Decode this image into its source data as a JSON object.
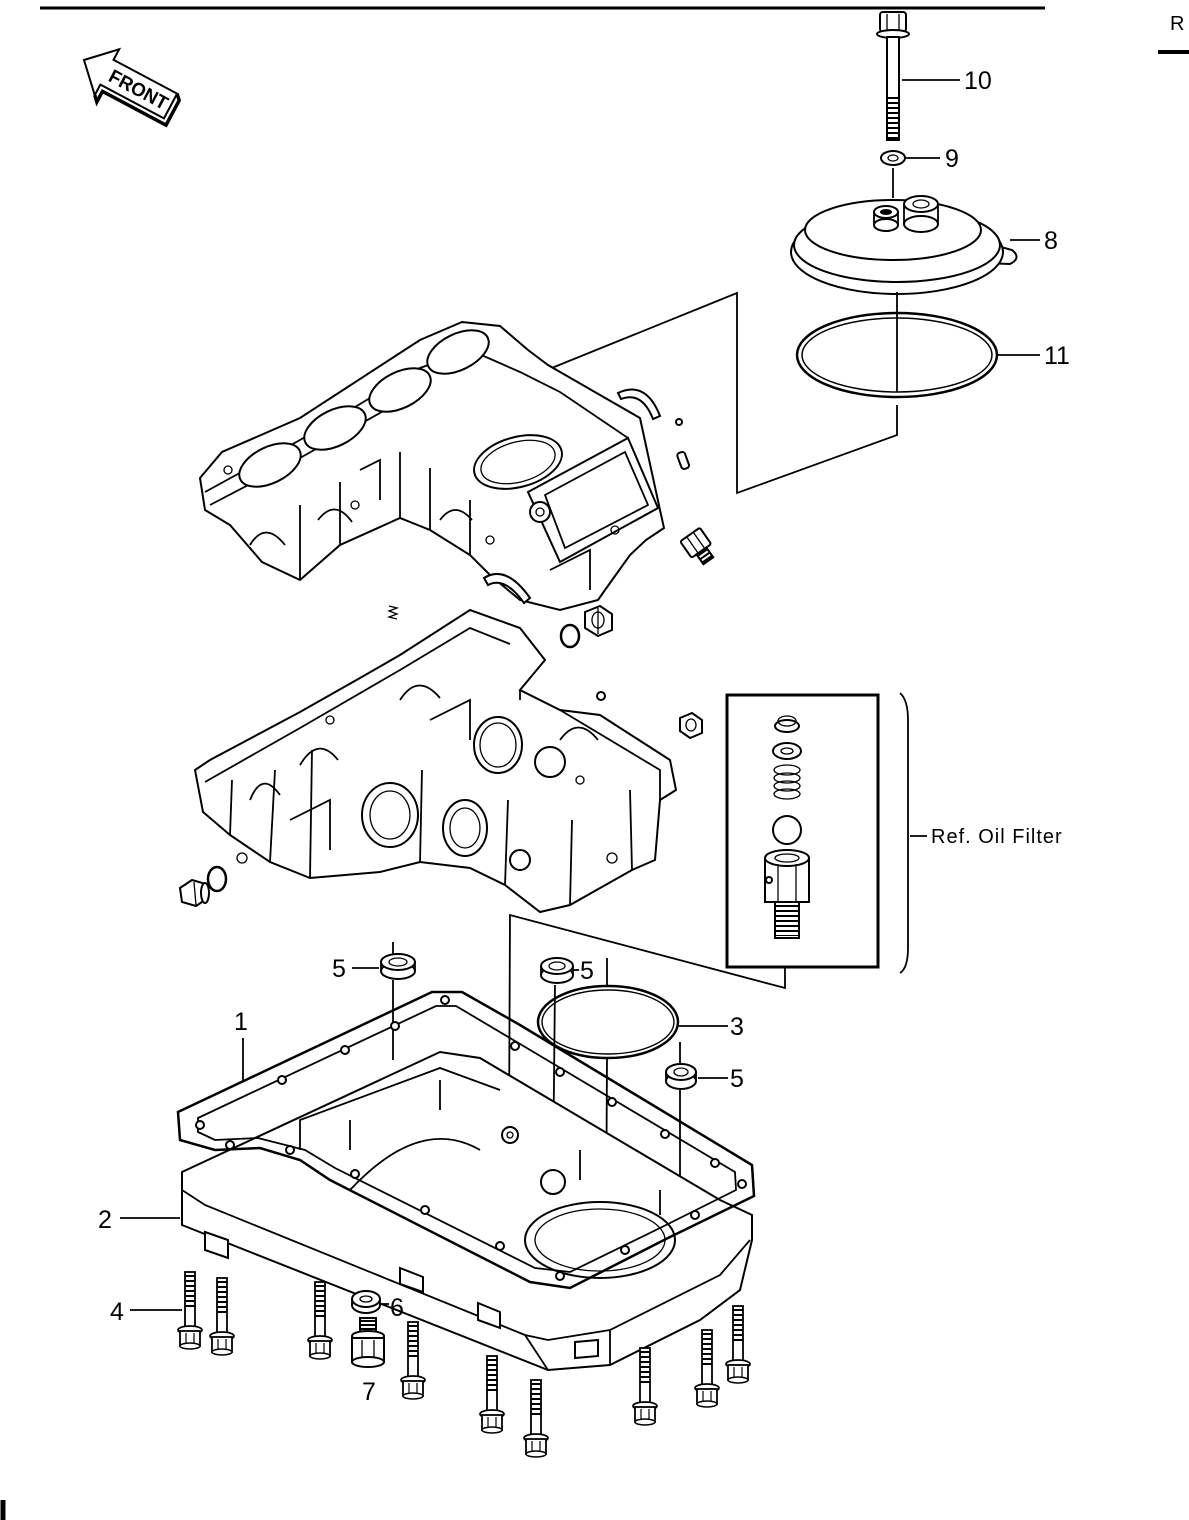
{
  "corner_mark": "R",
  "front_arrow": {
    "label": "FRONT"
  },
  "callouts": [
    "10",
    "9",
    "8",
    "11",
    "5",
    "5",
    "3",
    "5",
    "1",
    "2",
    "4",
    "6",
    "7"
  ],
  "reference_note": "Ref. Oil Filter"
}
